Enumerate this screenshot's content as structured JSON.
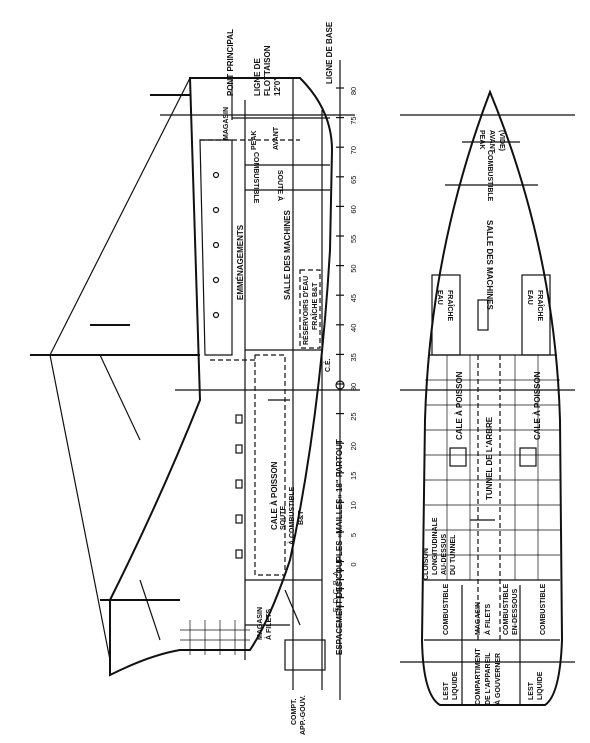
{
  "side": {
    "pont_principal": "PONT PRINCIPAL",
    "ligne_flottaison": [
      "LIGNE DE",
      "FLOTTAISON",
      "12'0\""
    ],
    "ligne_de_base": "LIGNE DE BASE",
    "magasin": "MAGASIN",
    "peak_avant": [
      "PEAK",
      "AVANT"
    ],
    "soute_combustible": [
      "COMBUSTIBLE",
      "SOUTE À"
    ],
    "emmenagements": "EMMÉNAGEMENTS",
    "salle_machines": "SALLE DES MACHINES",
    "reservoirs_eau": [
      "RÉSERVOIRS D'EAU",
      "FRAÎCHE B&T"
    ],
    "ce": "C.É.",
    "cale_poisson": "CALE À POISSON",
    "soute_combustible_bt": [
      "SOUTE",
      "À COMBUSTIBLE",
      "B&T"
    ],
    "magasin_filets": [
      "MAGASIN",
      "À FILETS"
    ],
    "compt_app_gouv": [
      "COMPT.",
      "APP.-GOUV."
    ],
    "espacement": "ESPACEMENT DES COUPLES «MAILLES» 18\" PARTOUT",
    "frame_ticks": [
      "80",
      "75",
      "70",
      "65",
      "60",
      "55",
      "50",
      "45",
      "40",
      "35",
      "30",
      "25",
      "20",
      "15",
      "10",
      "5",
      "0",
      "A",
      "B",
      "C",
      "D",
      "E"
    ]
  },
  "plan": {
    "peak_avant_vide": [
      "PEAK",
      "AVANT",
      "(VIDE)"
    ],
    "combustible_top": "COMBUSTIBLE",
    "salle_machines": "SALLE DES MACHINES",
    "eau_fraiche_left": [
      "EAU",
      "FRAÎCHE"
    ],
    "eau_fraiche_right": [
      "EAU",
      "FRAÎCHE"
    ],
    "cale_left": "CALE À POISSON",
    "cale_right": "CALE À POISSON",
    "tunnel": "TUNNEL DE L'ARBRE",
    "cloison": [
      "CLOISON",
      "LONGITUDINALE",
      "AU-DESSUS",
      "DU TUNNEL"
    ],
    "combustible_left": "COMBUSTIBLE",
    "magasin_filets": [
      "MAGASIN",
      "À FILETS"
    ],
    "combustible_dessous": [
      "COMBUSTIBLE",
      "EN-DESSOUS"
    ],
    "combustible_right": "COMBUSTIBLE",
    "lest_left": [
      "LEST",
      "LIQUIDE"
    ],
    "compartiment": [
      "COMPARTIMENT",
      "DE L'APPAREIL",
      "À GOUVERNER"
    ],
    "lest_right": [
      "LEST",
      "LIQUIDE"
    ]
  }
}
